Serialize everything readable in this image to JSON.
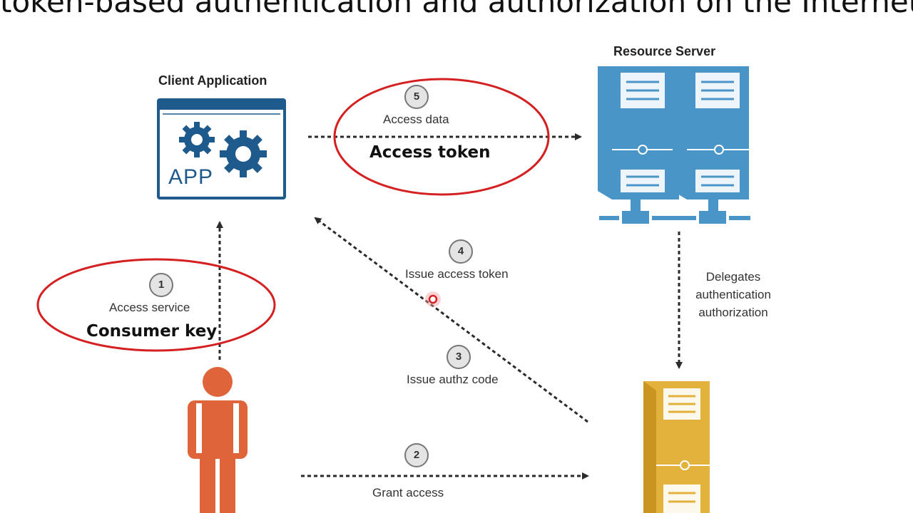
{
  "title": "token-based authentication and authorization on the Internet",
  "labels": {
    "client_application": "Client Application",
    "resource_server": "Resource Server",
    "app_text": "APP",
    "delegates_line1": "Delegates",
    "delegates_line2": "authentication",
    "delegates_line3": "authorization"
  },
  "steps": [
    {
      "number": "1",
      "text": "Access service"
    },
    {
      "number": "2",
      "text": "Grant access"
    },
    {
      "number": "3",
      "text": "Issue authz code"
    },
    {
      "number": "4",
      "text": "Issue access token"
    },
    {
      "number": "5",
      "text": "Access data"
    }
  ],
  "highlights": {
    "consumer_key": "Consumer key",
    "access_token": "Access token"
  },
  "colors": {
    "app_blue": "#1f5a8c",
    "server_blue": "#4a95c8",
    "auth_gold": "#e3b23c",
    "person_orange": "#e0643a",
    "highlight_red": "#d42020"
  },
  "icons": [
    "gear-icon",
    "server-icon",
    "user-icon"
  ]
}
